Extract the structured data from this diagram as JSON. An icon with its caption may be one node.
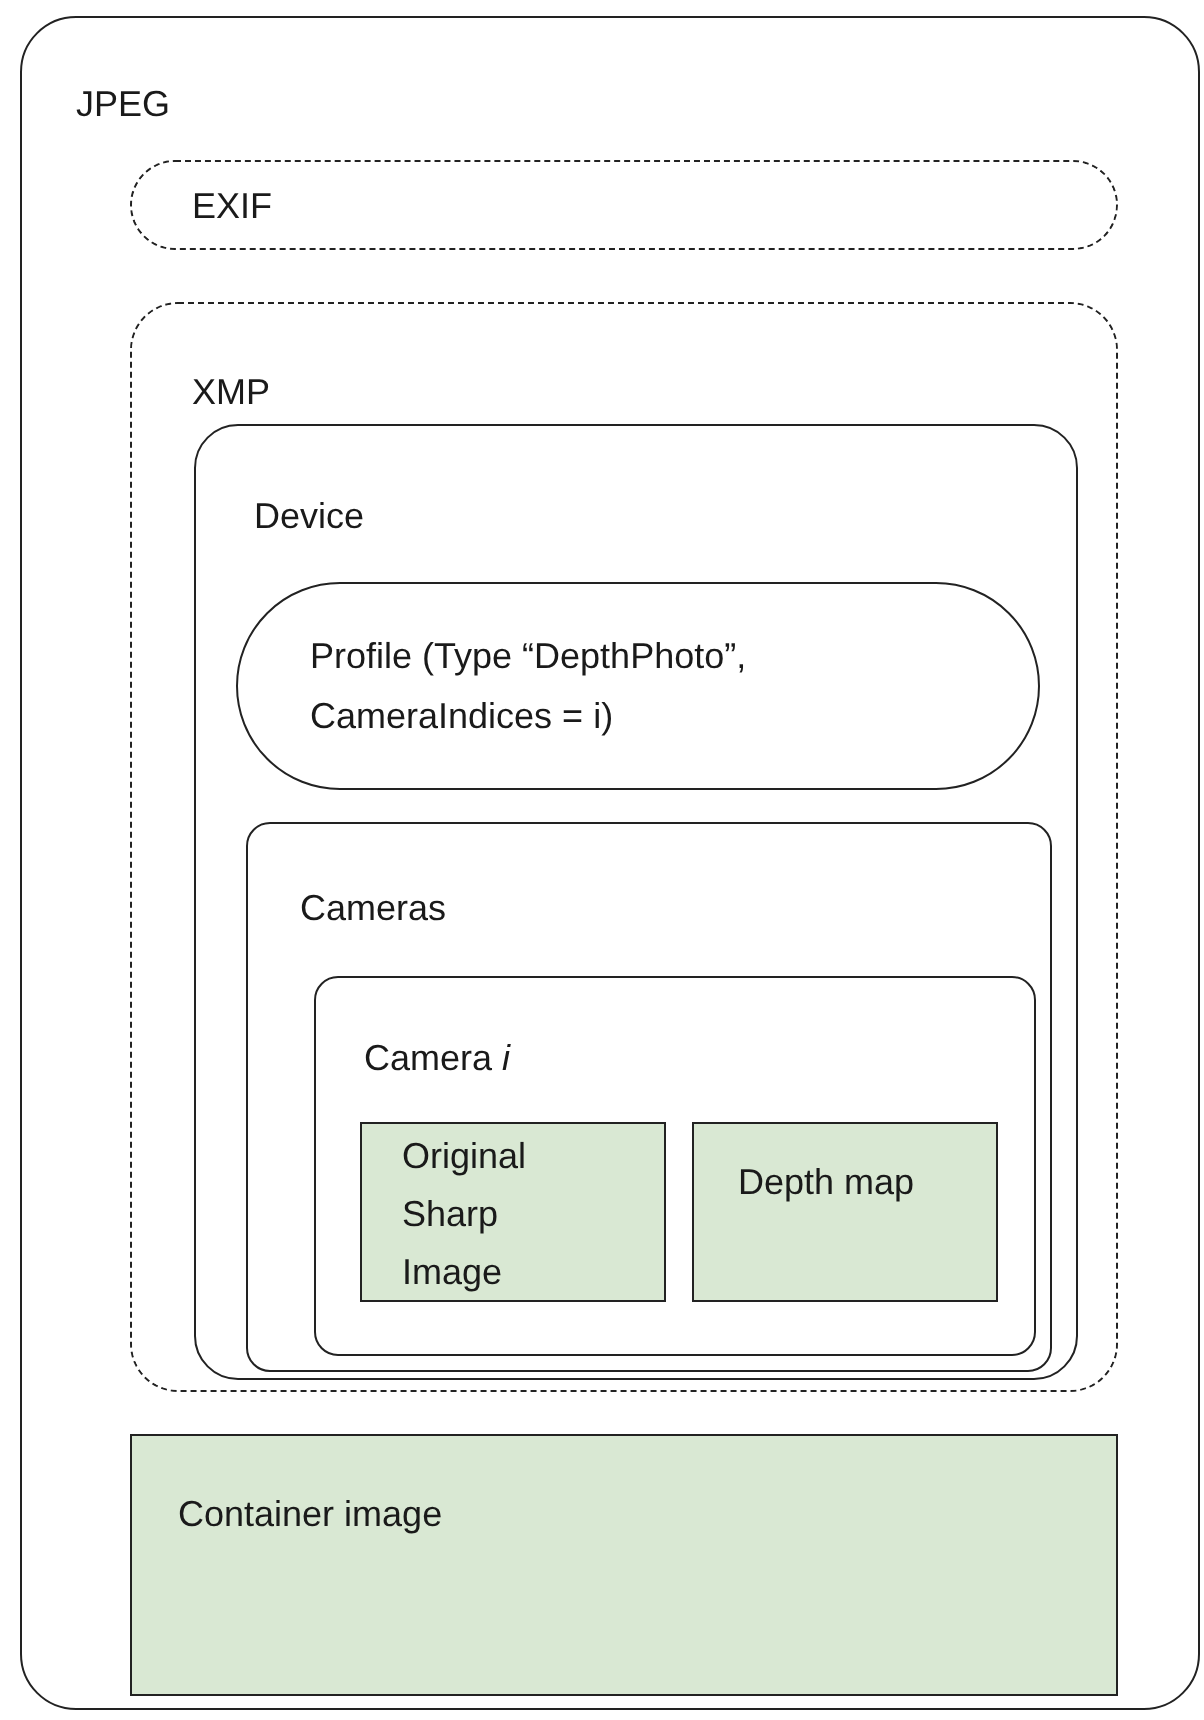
{
  "diagram": {
    "nodes": [
      {
        "text": [
          "JPEG"
        ]
      },
      {
        "text": [
          "EXIF"
        ],
        "in": 0
      },
      {
        "text": [
          "XMP"
        ],
        "in": 0
      },
      {
        "text": [
          "Device"
        ],
        "in": 2
      },
      {
        "text": [
          "Profile (Type “DepthPhoto”, CameraIndices = i)"
        ],
        "in": 3
      },
      {
        "text": [
          "Cameras"
        ],
        "in": 3
      },
      {
        "text": [
          "Camera *i*"
        ],
        "in": 5
      },
      {
        "text": [
          "Original Sharp Image"
        ],
        "in": 6
      },
      {
        "text": [
          "Depth map"
        ],
        "in": 6
      },
      {
        "text": [
          "Container image"
        ],
        "in": 0
      }
    ]
  }
}
